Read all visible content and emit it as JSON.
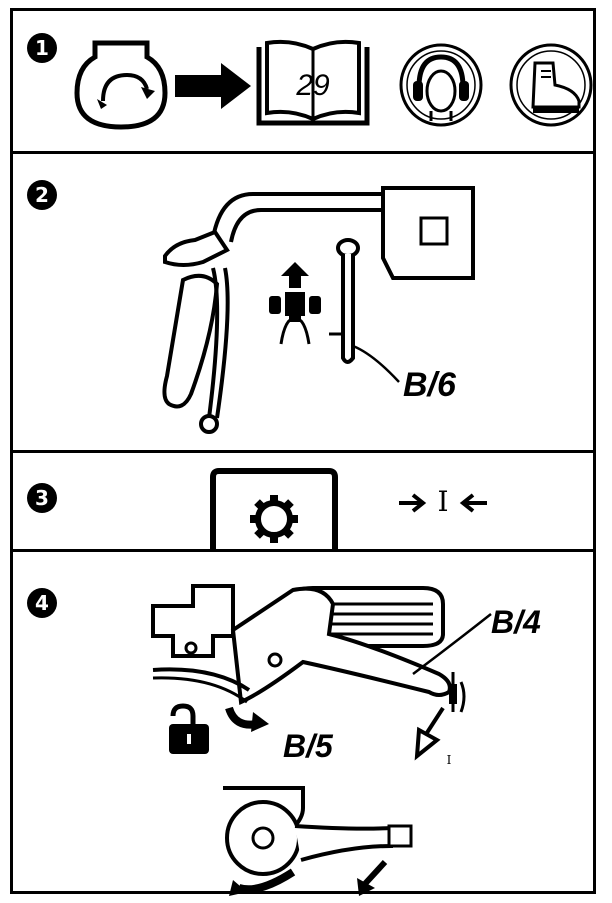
{
  "steps": [
    {
      "number": "1",
      "icons": [
        "engine-start-icon",
        "arrow-right-icon",
        "manual-book-icon",
        "ear-protection-icon",
        "safety-boot-icon"
      ],
      "book_page": "29"
    },
    {
      "number": "2",
      "callout": "B/6",
      "icons": [
        "handlebar-lever-icon",
        "throttle-lever-icon",
        "tractor-forward-icon"
      ]
    },
    {
      "number": "3",
      "mark": "I",
      "icons": [
        "gear-box-icon",
        "arrow-right-icon",
        "arrow-left-icon"
      ]
    },
    {
      "number": "4",
      "callouts": {
        "lever": "B/4",
        "lock": "B/5"
      },
      "icons": [
        "clutch-lever-icon",
        "unlock-padlock-icon",
        "rotate-arrow-icon",
        "push-arrow-icon",
        "cable-pulley-icon"
      ],
      "mark_small": "I"
    }
  ]
}
